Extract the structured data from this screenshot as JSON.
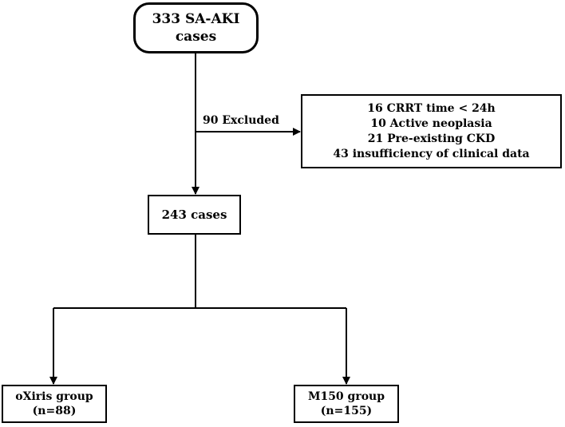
{
  "start": {
    "line1": "333 SA-AKI",
    "line2": "cases"
  },
  "excluded": {
    "label": "90 Excluded",
    "items": [
      "16 CRRT time < 24h",
      "10 Active neoplasia",
      "21 Pre-existing CKD",
      "43 insufficiency of clinical data"
    ]
  },
  "included": {
    "label": "243 cases"
  },
  "groups": [
    {
      "line1": "oXiris group",
      "line2": "(n=88)"
    },
    {
      "line1": "M150 group",
      "line2": "(n=155)"
    }
  ]
}
